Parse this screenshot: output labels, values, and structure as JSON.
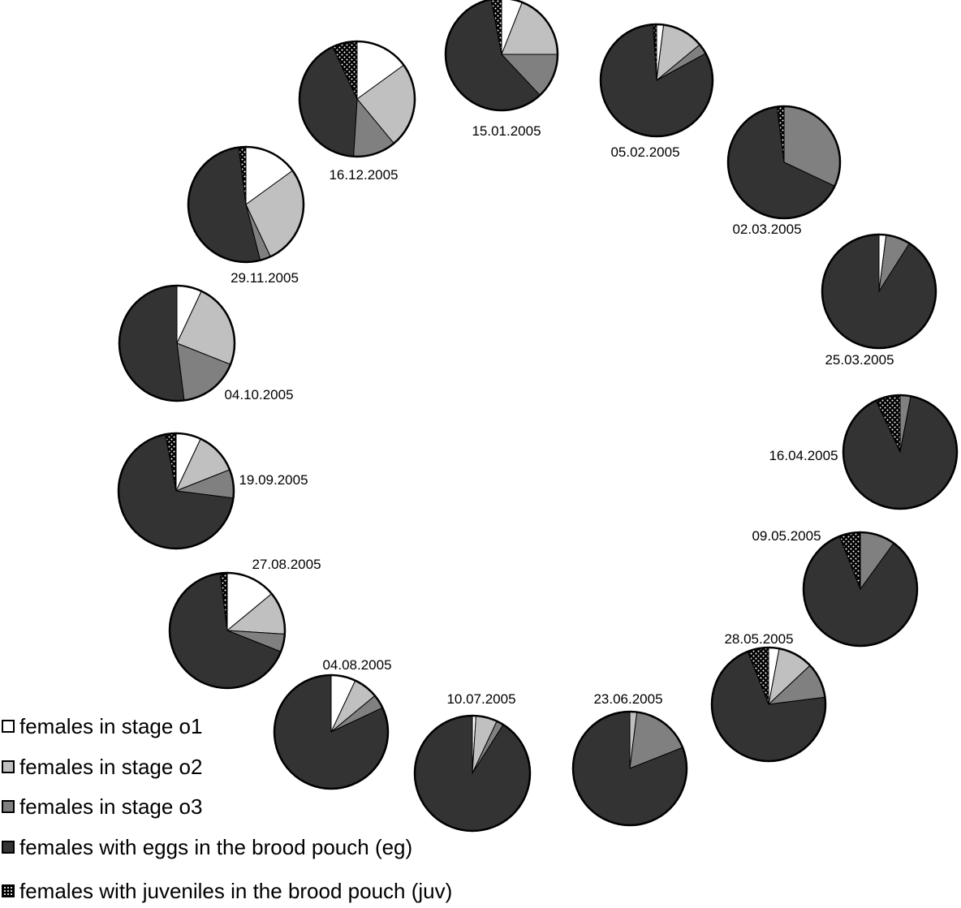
{
  "chart_data": {
    "type": "pie",
    "series_legend": [
      {
        "key": "o1",
        "label": "females in stage o1",
        "color": "#ffffff",
        "pattern": "none"
      },
      {
        "key": "o2",
        "label": "females in stage o2",
        "color": "#c0c0c0",
        "pattern": "none"
      },
      {
        "key": "o3",
        "label": "females in stage o3",
        "color": "#808080",
        "pattern": "none"
      },
      {
        "key": "eg",
        "label": "females with eggs in the brood pouch (eg)",
        "color": "#333333",
        "pattern": "none"
      },
      {
        "key": "juv",
        "label": "females with juveniles in the brood pouch (juv)",
        "color": "#000000",
        "pattern": "dots"
      }
    ],
    "pies": [
      {
        "date": "15.01.2005",
        "values": {
          "o1": 6,
          "o2": 19,
          "o3": 13,
          "eg": 59,
          "juv": 3
        }
      },
      {
        "date": "05.02.2005",
        "values": {
          "o1": 2,
          "o2": 12,
          "o3": 3,
          "eg": 82,
          "juv": 1
        }
      },
      {
        "date": "02.03.2005",
        "values": {
          "o1": 0,
          "o2": 0,
          "o3": 32,
          "eg": 66,
          "juv": 2
        }
      },
      {
        "date": "25.03.2005",
        "values": {
          "o1": 2,
          "o2": 0,
          "o3": 7,
          "eg": 91,
          "juv": 0
        }
      },
      {
        "date": "16.04.2005",
        "values": {
          "o1": 0,
          "o2": 0,
          "o3": 3,
          "eg": 90,
          "juv": 7
        }
      },
      {
        "date": "09.05.2005",
        "values": {
          "o1": 0,
          "o2": 0,
          "o3": 10,
          "eg": 84,
          "juv": 6
        }
      },
      {
        "date": "28.05.2005",
        "values": {
          "o1": 3,
          "o2": 10,
          "o3": 10,
          "eg": 71,
          "juv": 6
        }
      },
      {
        "date": "23.06.2005",
        "values": {
          "o1": 0,
          "o2": 2,
          "o3": 17,
          "eg": 81,
          "juv": 0
        }
      },
      {
        "date": "10.07.2005",
        "values": {
          "o1": 1,
          "o2": 6,
          "o3": 2,
          "eg": 91,
          "juv": 0
        }
      },
      {
        "date": "04.08.2005",
        "values": {
          "o1": 7,
          "o2": 7,
          "o3": 4,
          "eg": 82,
          "juv": 0
        }
      },
      {
        "date": "27.08.2005",
        "values": {
          "o1": 14,
          "o2": 12,
          "o3": 5,
          "eg": 67,
          "juv": 2
        }
      },
      {
        "date": "19.09.2005",
        "values": {
          "o1": 7,
          "o2": 12,
          "o3": 8,
          "eg": 70,
          "juv": 3
        }
      },
      {
        "date": "04.10.2005",
        "values": {
          "o1": 7,
          "o2": 24,
          "o3": 17,
          "eg": 52,
          "juv": 0
        }
      },
      {
        "date": "29.11.2005",
        "values": {
          "o1": 15,
          "o2": 28,
          "o3": 3,
          "eg": 52,
          "juv": 2
        }
      },
      {
        "date": "16.12.2005",
        "values": {
          "o1": 15,
          "o2": 24,
          "o3": 12,
          "eg": 42,
          "juv": 7
        }
      }
    ]
  }
}
